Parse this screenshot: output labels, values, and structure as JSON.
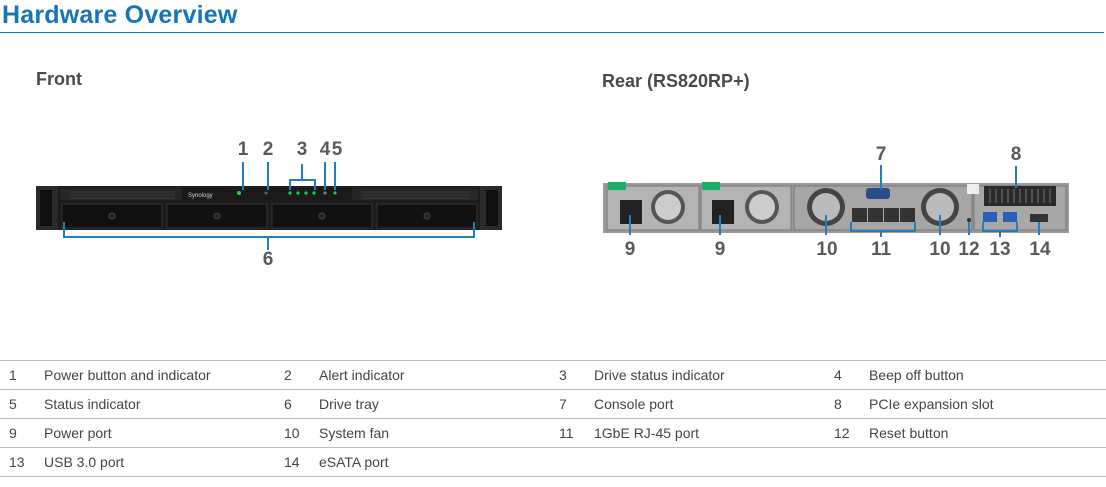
{
  "title": "Hardware Overview",
  "front_label": "Front",
  "rear_label": "Rear (RS820RP+)",
  "front_callouts": [
    "1",
    "2",
    "3",
    "4",
    "5",
    "6"
  ],
  "rear_callouts": [
    "7",
    "8",
    "9",
    "9",
    "10",
    "11",
    "10",
    "12",
    "13",
    "14"
  ],
  "front_brand_text": "Synology",
  "legend": [
    [
      {
        "num": "1",
        "label": "Power button and indicator"
      },
      {
        "num": "2",
        "label": "Alert indicator"
      },
      {
        "num": "3",
        "label": "Drive status indicator"
      },
      {
        "num": "4",
        "label": "Beep off button"
      }
    ],
    [
      {
        "num": "5",
        "label": "Status indicator"
      },
      {
        "num": "6",
        "label": "Drive tray"
      },
      {
        "num": "7",
        "label": "Console port"
      },
      {
        "num": "8",
        "label": "PCIe expansion slot"
      }
    ],
    [
      {
        "num": "9",
        "label": "Power port"
      },
      {
        "num": "10",
        "label": "System fan"
      },
      {
        "num": "11",
        "label": "1GbE RJ-45 port"
      },
      {
        "num": "12",
        "label": "Reset button"
      }
    ],
    [
      {
        "num": "13",
        "label": "USB 3.0 port"
      },
      {
        "num": "14",
        "label": "eSATA port"
      }
    ]
  ],
  "colors": {
    "accent": "#1675b6",
    "callout_line": "#1f7fc0"
  }
}
